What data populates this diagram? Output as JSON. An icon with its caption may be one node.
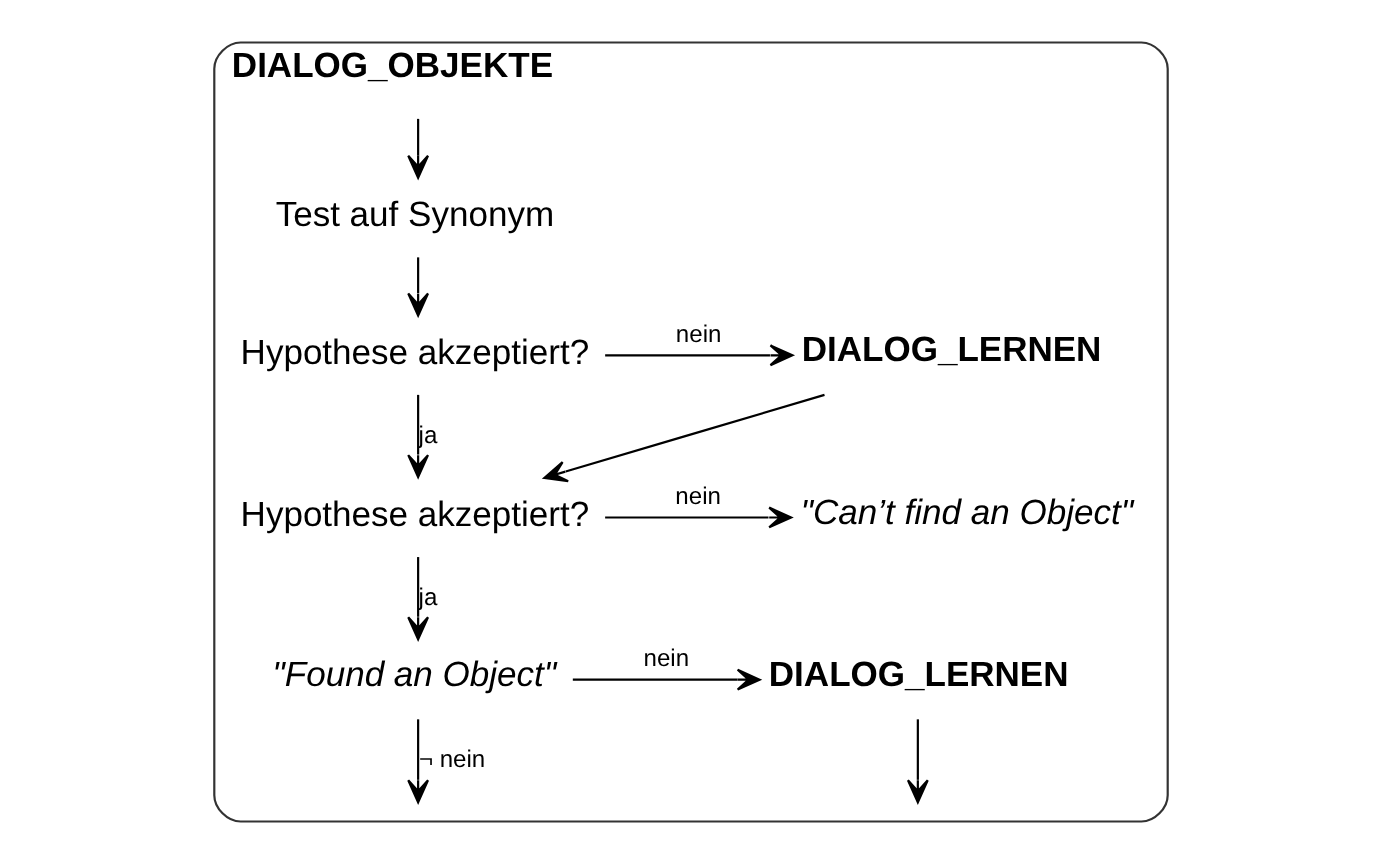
{
  "diagram": {
    "nodes": [
      {
        "text": [
          "DIALOG_OBJEKTE"
        ]
      },
      {
        "text": [
          "Test auf Synonym"
        ],
        "in": 0
      },
      {
        "text": [
          "Hypothese akzeptiert?"
        ],
        "in": 0
      },
      {
        "text": [
          "DIALOG_LERNEN"
        ],
        "in": 0
      },
      {
        "text": [
          "Hypothese akzeptiert?"
        ],
        "in": 0
      },
      {
        "text": [
          "\"Can’t find an Object\""
        ],
        "in": 0
      },
      {
        "text": [
          "\"Found an Object\""
        ],
        "in": 0
      },
      {
        "text": [
          "DIALOG_LERNEN"
        ],
        "in": 0
      }
    ],
    "edges": [
      {
        "from": null,
        "to": 1,
        "arrow": "to"
      },
      {
        "from": 1,
        "to": 2,
        "arrow": "to"
      },
      {
        "from": 2,
        "to": 3,
        "label": "nein",
        "arrow": "to"
      },
      {
        "from": 2,
        "to": 4,
        "label": "ja",
        "arrow": "to"
      },
      {
        "from": 3,
        "to": 4,
        "arrow": "to"
      },
      {
        "from": 4,
        "to": 5,
        "label": "nein",
        "arrow": "to"
      },
      {
        "from": 4,
        "to": 6,
        "label": "ja",
        "arrow": "to"
      },
      {
        "from": 6,
        "to": 7,
        "label": "nein",
        "arrow": "to"
      },
      {
        "from": 6,
        "to": null,
        "label": "¬ nein",
        "arrow": "to"
      },
      {
        "from": 7,
        "to": null,
        "arrow": "to"
      }
    ]
  }
}
